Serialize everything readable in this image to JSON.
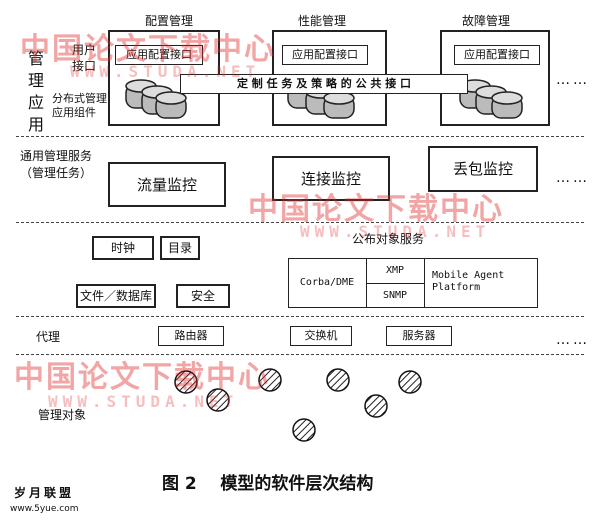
{
  "colors": {
    "ink": "#111111",
    "watermark": "#e02828",
    "background": "#ffffff"
  },
  "layers": {
    "management_app": {
      "label_col1": "管理",
      "label_col2": "应用",
      "user_interface": "用户\n接口",
      "component": "分布式管理\n应用组件"
    },
    "service": {
      "label": "通用管理服务\n（管理任务）"
    },
    "agent": {
      "label": "代理"
    },
    "objects": {
      "label": "管理对象"
    }
  },
  "top_modules": [
    {
      "title": "配置管理",
      "inner": "应用配置接口"
    },
    {
      "title": "性能管理",
      "inner": "应用配置接口"
    },
    {
      "title": "故障管理",
      "inner": "应用配置接口"
    }
  ],
  "common_interface": "定 制 任 务 及 策 略 的 公 共 接 口",
  "tasks": [
    "流量监控",
    "连接监控",
    "丢包监控"
  ],
  "public_service": "公布对象服务",
  "left_services": [
    "时钟",
    "目录",
    "文件／数据库",
    "安全"
  ],
  "corba": "Corba/DME",
  "protocols": [
    "XMP",
    "SNMP"
  ],
  "mobile_agent": "Mobile Agent\nPlatform",
  "devices": [
    "路由器",
    "交换机",
    "服务器"
  ],
  "ellipsis": "……",
  "caption": "图 2    模型的软件层次结构",
  "watermarks": {
    "cn": "中国论文下载中心",
    "en": "WWW.STUDA.NET"
  },
  "site_logo": {
    "cn": "岁月联盟",
    "url": "www.5yue.com"
  }
}
